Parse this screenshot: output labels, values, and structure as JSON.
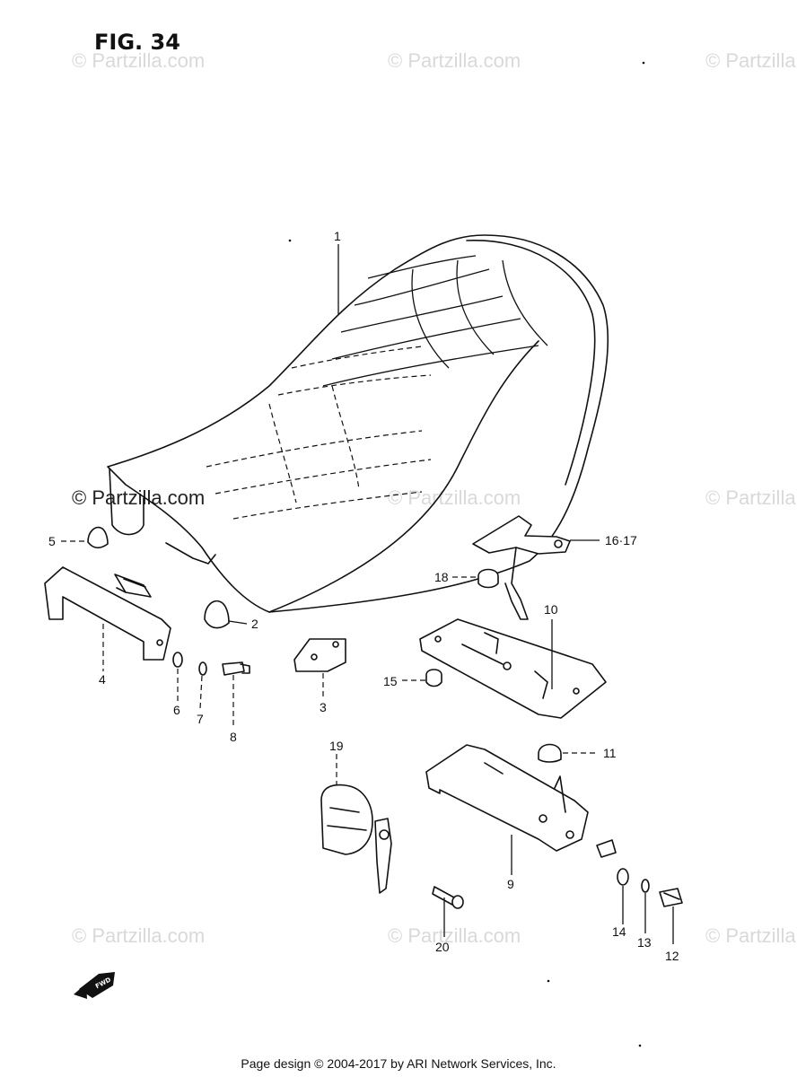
{
  "figure": {
    "title": "FIG. 34"
  },
  "watermark": {
    "text": "© Partzilla.com"
  },
  "footer": {
    "text": "Page design © 2004-2017 by ARI Network Services, Inc."
  },
  "fwd_label": "FWD",
  "callouts": {
    "c1": "1",
    "c2": "2",
    "c3": "3",
    "c4": "4",
    "c5": "5",
    "c6": "6",
    "c7": "7",
    "c8": "8",
    "c9": "9",
    "c10": "10",
    "c11": "11",
    "c12": "12",
    "c13": "13",
    "c14": "14",
    "c15": "15",
    "c16_17": "16·17",
    "c18": "18",
    "c19": "19",
    "c20": "20"
  }
}
